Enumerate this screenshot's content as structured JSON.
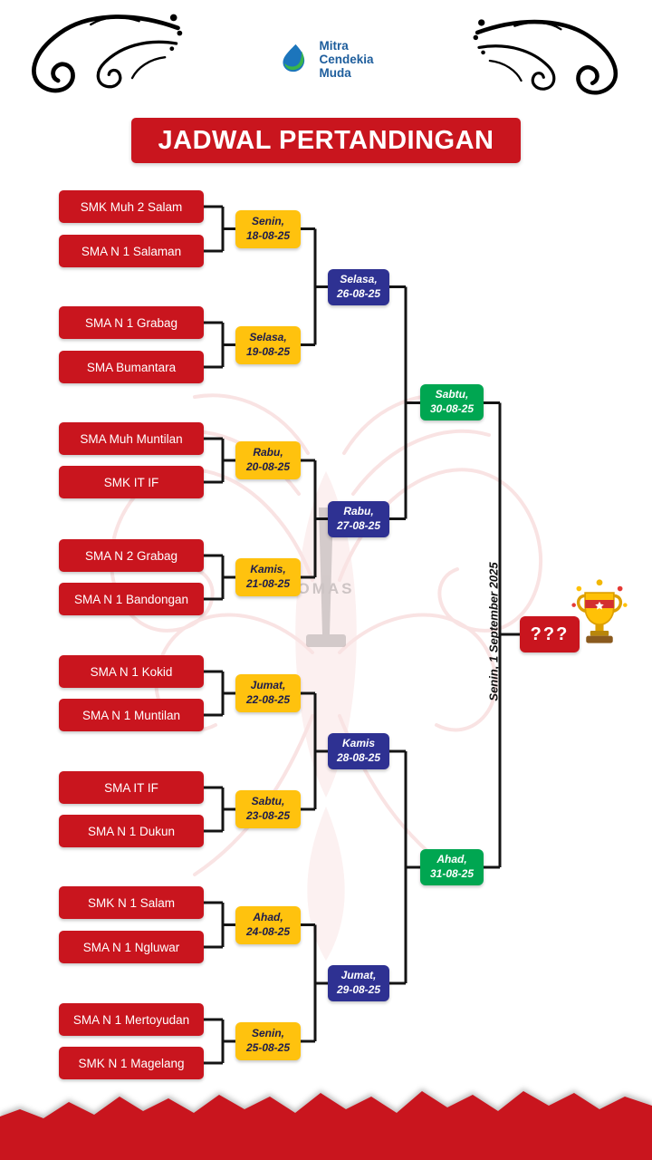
{
  "logo": {
    "line1": "Mitra",
    "line2": "Cendekia",
    "line3": "Muda"
  },
  "title": "JADWAL PERTANDINGAN",
  "watermark": {
    "partial_text": "OMAS"
  },
  "bracket": {
    "round1": [
      {
        "team1": "SMK Muh 2 Salam",
        "team2": "SMA N 1 Salaman",
        "day": "Senin,",
        "date": "18-08-25"
      },
      {
        "team1": "SMA N 1 Grabag",
        "team2": "SMA Bumantara",
        "day": "Selasa,",
        "date": "19-08-25"
      },
      {
        "team1": "SMA Muh Muntilan",
        "team2": "SMK IT IF",
        "day": "Rabu,",
        "date": "20-08-25"
      },
      {
        "team1": "SMA N 2 Grabag",
        "team2": "SMA N 1 Bandongan",
        "day": "Kamis,",
        "date": "21-08-25"
      },
      {
        "team1": "SMA N 1 Kokid",
        "team2": "SMA N 1 Muntilan",
        "day": "Jumat,",
        "date": "22-08-25"
      },
      {
        "team1": "SMA IT IF",
        "team2": "SMA N 1 Dukun",
        "day": "Sabtu,",
        "date": "23-08-25"
      },
      {
        "team1": "SMK N 1 Salam",
        "team2": "SMA N 1 Ngluwar",
        "day": "Ahad,",
        "date": "24-08-25"
      },
      {
        "team1": "SMA N 1 Mertoyudan",
        "team2": "SMK N 1 Magelang",
        "day": "Senin,",
        "date": "25-08-25"
      }
    ],
    "round2": [
      {
        "day": "Selasa,",
        "date": "26-08-25"
      },
      {
        "day": "Rabu,",
        "date": "27-08-25"
      },
      {
        "day": "Kamis",
        "date": "28-08-25"
      },
      {
        "day": "Jumat,",
        "date": "29-08-25"
      }
    ],
    "semifinal": [
      {
        "day": "Sabtu,",
        "date": "30-08-25"
      },
      {
        "day": "Ahad,",
        "date": "31-08-25"
      }
    ],
    "final": {
      "date_label": "Senin, 1 September 2025",
      "champion": "???"
    }
  },
  "colors": {
    "red": "#C9151E",
    "yellow": "#FFC20E",
    "blue": "#2E3192",
    "green": "#00A651"
  }
}
